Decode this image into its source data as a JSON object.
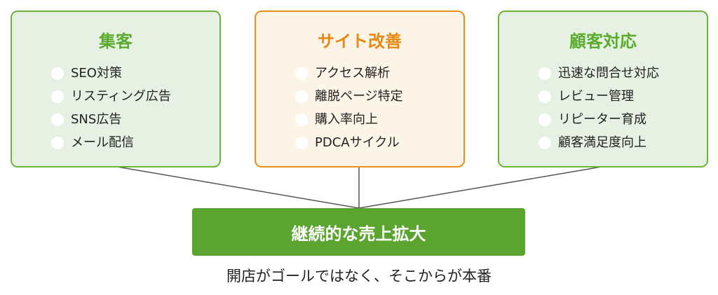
{
  "boxes": [
    {
      "title": "集客",
      "items": [
        "SEO対策",
        "リスティング広告",
        "SNS広告",
        "メール配信"
      ]
    },
    {
      "title": "サイト改善",
      "items": [
        "アクセス解析",
        "離脱ページ特定",
        "購入率向上",
        "PDCAサイクル"
      ]
    },
    {
      "title": "顧客対応",
      "items": [
        "迅速な問合せ対応",
        "レビュー管理",
        "リピーター育成",
        "顧客満足度向上"
      ]
    }
  ],
  "main_label": "継続的な売上拡大",
  "caption": "開店がゴールではなく、そこからが本番",
  "colors": {
    "green": "#5ba42f",
    "orange": "#e8901e",
    "line": "#555555"
  }
}
